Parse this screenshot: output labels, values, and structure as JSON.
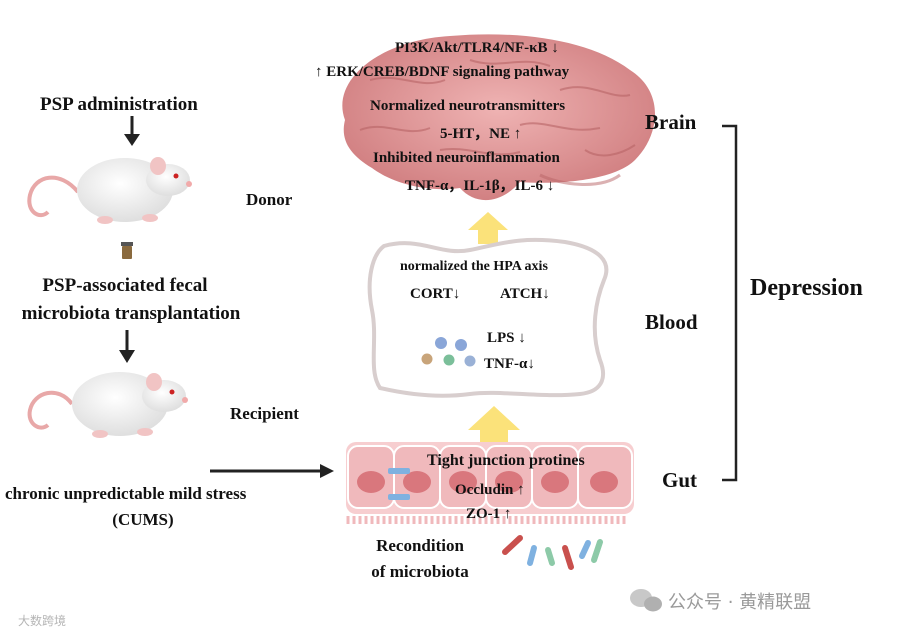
{
  "left": {
    "psp_admin": "PSP administration",
    "donor": "Donor",
    "fmt_line1": "PSP-associated fecal",
    "fmt_line2": "microbiota transplantation",
    "recipient": "Recipient",
    "cums_line1": "chronic unpredictable mild stress",
    "cums_line2": "(CUMS)"
  },
  "brain": {
    "label": "Brain",
    "line1": "PI3K/Akt/TLR4/NF-κB ↓",
    "line2": "↑ ERK/CREB/BDNF signaling pathway",
    "line3": "Normalized neurotransmitters",
    "line4": "5-HT，NE ↑",
    "line5": "Inhibited neuroinflammation",
    "line6": "TNF-α，IL-1β，IL-6 ↓"
  },
  "blood": {
    "label": "Blood",
    "line1": "normalized the HPA axis",
    "cort": "CORT↓",
    "atch": "ATCH↓",
    "lps": "LPS ↓",
    "tnf": "TNF-α↓"
  },
  "gut": {
    "label": "Gut",
    "line1": "Tight junction protines",
    "occludin": "Occludin ↑",
    "zo1": "ZO-1 ↑",
    "recondition_line1": "Recondition",
    "recondition_line2": "of microbiota"
  },
  "outcome": "Depression",
  "watermarks": {
    "right": "公众号 · 黄精联盟",
    "left": "大数跨境"
  },
  "colors": {
    "brain": "#d9898a",
    "arrow_yellow": "#fbe27a",
    "gut_cell": "#f0b9bc",
    "gut_nucleus": "#d9777d",
    "text": "#111111"
  }
}
